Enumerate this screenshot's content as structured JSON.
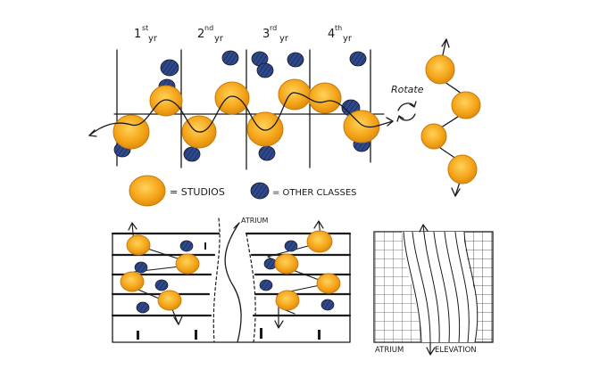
{
  "top": {
    "years": [
      {
        "num": "1",
        "sup": "st",
        "unit": "yr"
      },
      {
        "num": "2",
        "sup": "nd",
        "unit": "yr"
      },
      {
        "num": "3",
        "sup": "rd",
        "unit": "yr"
      },
      {
        "num": "4",
        "sup": "th",
        "unit": "yr"
      }
    ],
    "rotate_label": "Rotate"
  },
  "legend": {
    "studios_label": "= STUDIOS",
    "other_label": "= OTHER CLASSES"
  },
  "bottom": {
    "atrium_label": "ATRIUM",
    "elevation_label_left": "ATRIUM",
    "elevation_label_right": "ELEVATION"
  },
  "colors": {
    "studio": "#f5a61a",
    "studio_edge": "#c77a0c",
    "other": "#2f4a8c",
    "ink": "#1a1a1a"
  }
}
